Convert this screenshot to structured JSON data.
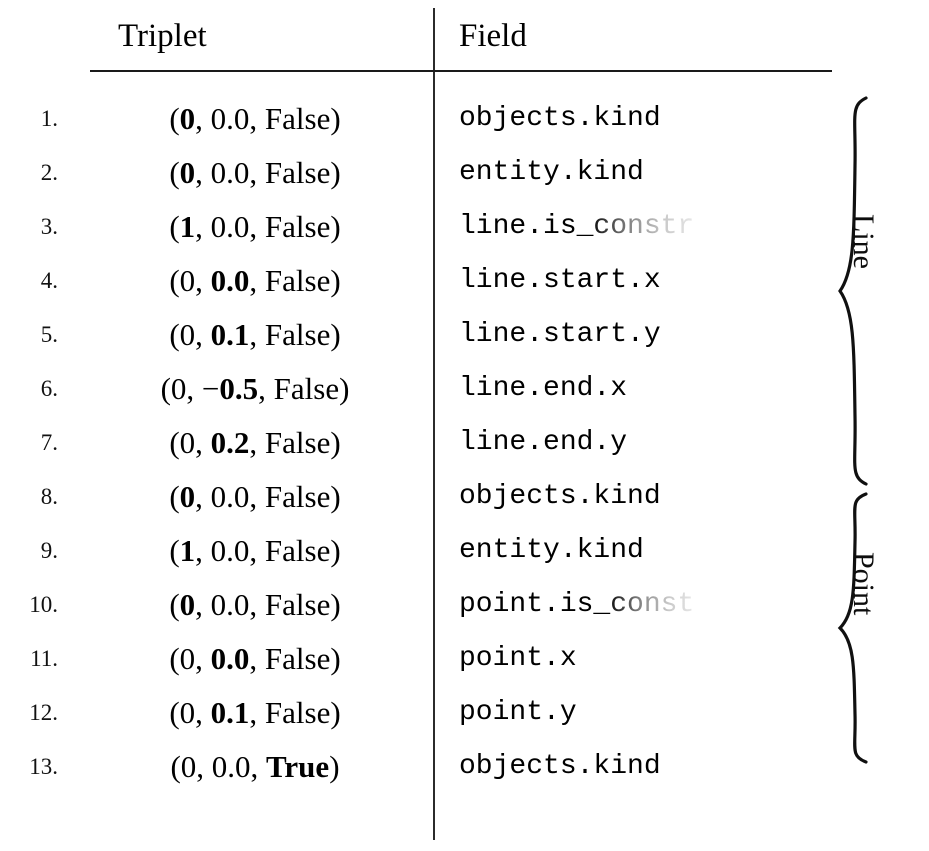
{
  "figure": {
    "type": "table",
    "columns": [
      "Triplet",
      "Field"
    ],
    "row_count": 13
  },
  "header": {
    "triplet": "Triplet",
    "field": "Field"
  },
  "rows": [
    {
      "index": "1.",
      "open": "(",
      "a": "0",
      "a_bold": true,
      "sep1": ", ",
      "b": "0.0",
      "b_bold": false,
      "b_sign": "",
      "sep2": ", ",
      "c": "False",
      "c_bold": false,
      "close": ")",
      "field": "objects.kind",
      "field_faded": "",
      "group": "Line"
    },
    {
      "index": "2.",
      "open": "(",
      "a": "0",
      "a_bold": true,
      "sep1": ", ",
      "b": "0.0",
      "b_bold": false,
      "b_sign": "",
      "sep2": ", ",
      "c": "False",
      "c_bold": false,
      "close": ")",
      "field": "entity.kind",
      "field_faded": "",
      "group": "Line"
    },
    {
      "index": "3.",
      "open": "(",
      "a": "1",
      "a_bold": true,
      "sep1": ", ",
      "b": "0.0",
      "b_bold": false,
      "b_sign": "",
      "sep2": ", ",
      "c": "False",
      "c_bold": false,
      "close": ")",
      "field": "line.is_",
      "field_faded": "constr",
      "group": "Line"
    },
    {
      "index": "4.",
      "open": "(",
      "a": "0",
      "a_bold": false,
      "sep1": ", ",
      "b": "0.0",
      "b_bold": true,
      "b_sign": "",
      "sep2": ", ",
      "c": "False",
      "c_bold": false,
      "close": ")",
      "field": "line.start.x",
      "field_faded": "",
      "group": "Line"
    },
    {
      "index": "5.",
      "open": "(",
      "a": "0",
      "a_bold": false,
      "sep1": ", ",
      "b": "0.1",
      "b_bold": true,
      "b_sign": "",
      "sep2": ", ",
      "c": "False",
      "c_bold": false,
      "close": ")",
      "field": "line.start.y",
      "field_faded": "",
      "group": "Line"
    },
    {
      "index": "6.",
      "open": "(",
      "a": "0",
      "a_bold": false,
      "sep1": ", ",
      "b": "0.5",
      "b_bold": true,
      "b_sign": "−",
      "sep2": ", ",
      "c": "False",
      "c_bold": false,
      "close": ")",
      "field": "line.end.x",
      "field_faded": "",
      "group": "Line"
    },
    {
      "index": "7.",
      "open": "(",
      "a": "0",
      "a_bold": false,
      "sep1": ", ",
      "b": "0.2",
      "b_bold": true,
      "b_sign": "",
      "sep2": ", ",
      "c": "False",
      "c_bold": false,
      "close": ")",
      "field": "line.end.y",
      "field_faded": "",
      "group": "Line"
    },
    {
      "index": "8.",
      "open": "(",
      "a": "0",
      "a_bold": true,
      "sep1": ", ",
      "b": "0.0",
      "b_bold": false,
      "b_sign": "",
      "sep2": ", ",
      "c": "False",
      "c_bold": false,
      "close": ")",
      "field": "objects.kind",
      "field_faded": "",
      "group": "Point"
    },
    {
      "index": "9.",
      "open": "(",
      "a": "1",
      "a_bold": true,
      "sep1": ", ",
      "b": "0.0",
      "b_bold": false,
      "b_sign": "",
      "sep2": ", ",
      "c": "False",
      "c_bold": false,
      "close": ")",
      "field": "entity.kind",
      "field_faded": "",
      "group": "Point"
    },
    {
      "index": "10.",
      "open": "(",
      "a": "0",
      "a_bold": true,
      "sep1": ", ",
      "b": "0.0",
      "b_bold": false,
      "b_sign": "",
      "sep2": ", ",
      "c": "False",
      "c_bold": false,
      "close": ")",
      "field": "point.is_",
      "field_faded": "const",
      "group": "Point"
    },
    {
      "index": "11.",
      "open": "(",
      "a": "0",
      "a_bold": false,
      "sep1": ", ",
      "b": "0.0",
      "b_bold": true,
      "b_sign": "",
      "sep2": ", ",
      "c": "False",
      "c_bold": false,
      "close": ")",
      "field": "point.x",
      "field_faded": "",
      "group": "Point"
    },
    {
      "index": "12.",
      "open": "(",
      "a": "0",
      "a_bold": false,
      "sep1": ", ",
      "b": "0.1",
      "b_bold": true,
      "b_sign": "",
      "sep2": ", ",
      "c": "False",
      "c_bold": false,
      "close": ")",
      "field": "point.y",
      "field_faded": "",
      "group": "Point"
    },
    {
      "index": "13.",
      "open": "(",
      "a": "0",
      "a_bold": false,
      "sep1": ", ",
      "b": "0.0",
      "b_bold": false,
      "b_sign": "",
      "sep2": ", ",
      "c": "True",
      "c_bold": true,
      "close": ")",
      "field": "objects.kind",
      "field_faded": "",
      "group": ""
    }
  ],
  "groups": [
    {
      "label": "Line",
      "first_row": 1,
      "last_row": 7
    },
    {
      "label": "Point",
      "first_row": 8,
      "last_row": 12
    }
  ],
  "colors": {
    "text": "#000000",
    "rule": "#1a1a1a",
    "divider": "#2b2b2b",
    "faded_text": "#c9c9c9"
  }
}
